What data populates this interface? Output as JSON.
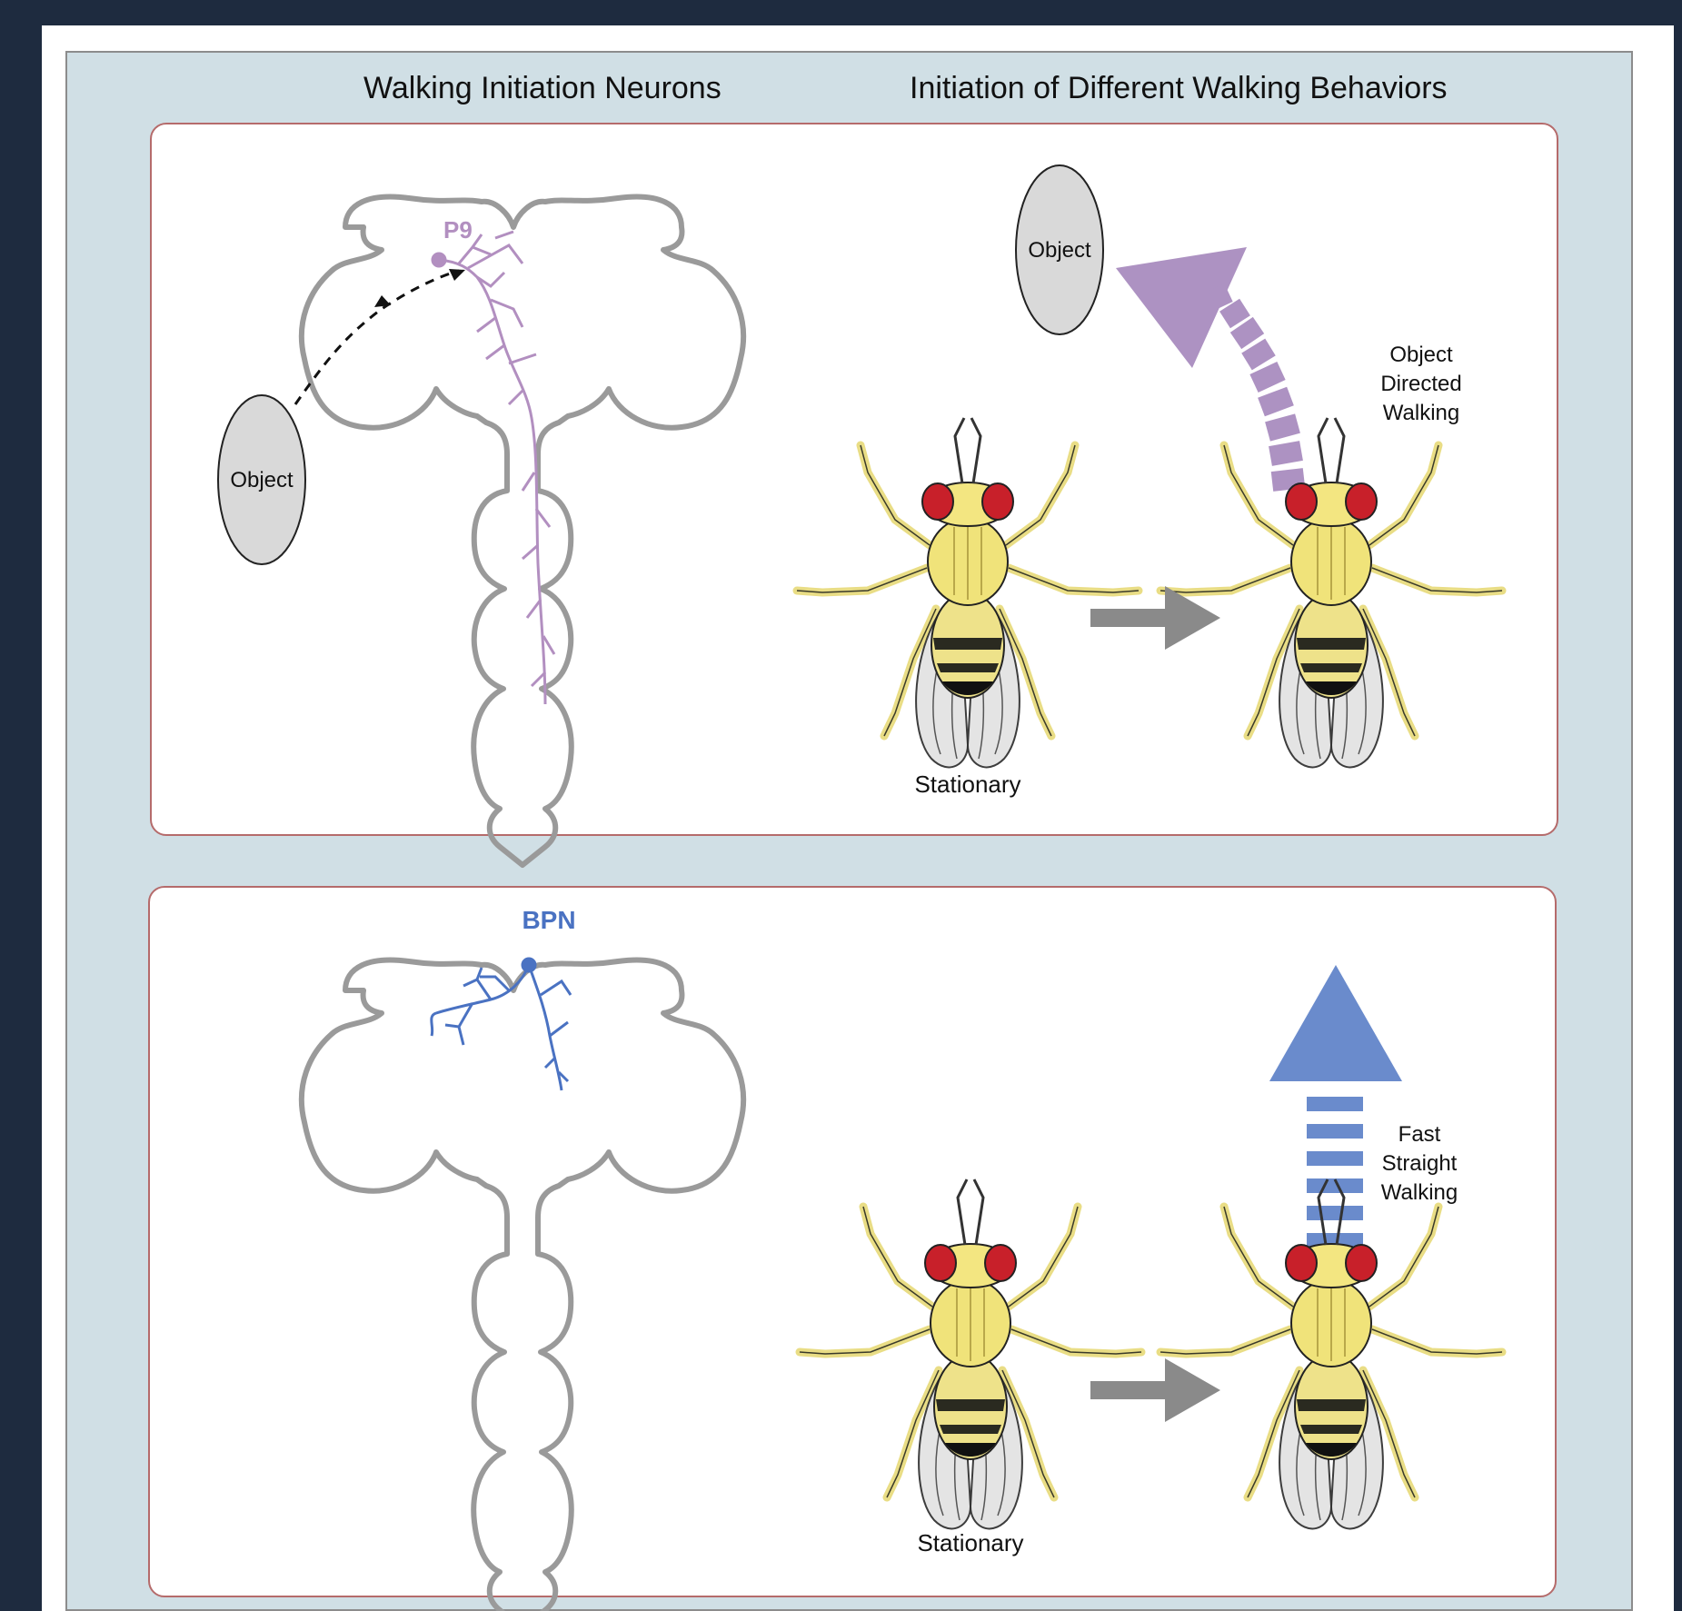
{
  "headers": {
    "left": "Walking Initiation Neurons",
    "right": "Initiation of Different Walking Behaviors"
  },
  "panel_top": {
    "neuron_name": "P9",
    "neuron_color": "#b28fc0",
    "object_left": "Object",
    "object_right": "Object",
    "behavior_line1": "Object",
    "behavior_line2": "Directed",
    "behavior_line3": "Walking",
    "stationary": "Stationary",
    "arrow_color": "#ad92c2"
  },
  "panel_bottom": {
    "neuron_name": "BPN",
    "neuron_color": "#4a72c2",
    "behavior_line1": "Fast",
    "behavior_line2": "Straight",
    "behavior_line3": "Walking",
    "stationary": "Stationary",
    "arrow_color": "#6a8bcc"
  },
  "colors": {
    "background": "#1e2b3f",
    "figure_bg": "#d0dfe5",
    "panel_border": "#b56b6b",
    "brain_outline": "#9a9a9a",
    "transition_arrow": "#8a8a8a",
    "fly_body": "#f0e68c",
    "fly_eye": "#c8202a"
  }
}
